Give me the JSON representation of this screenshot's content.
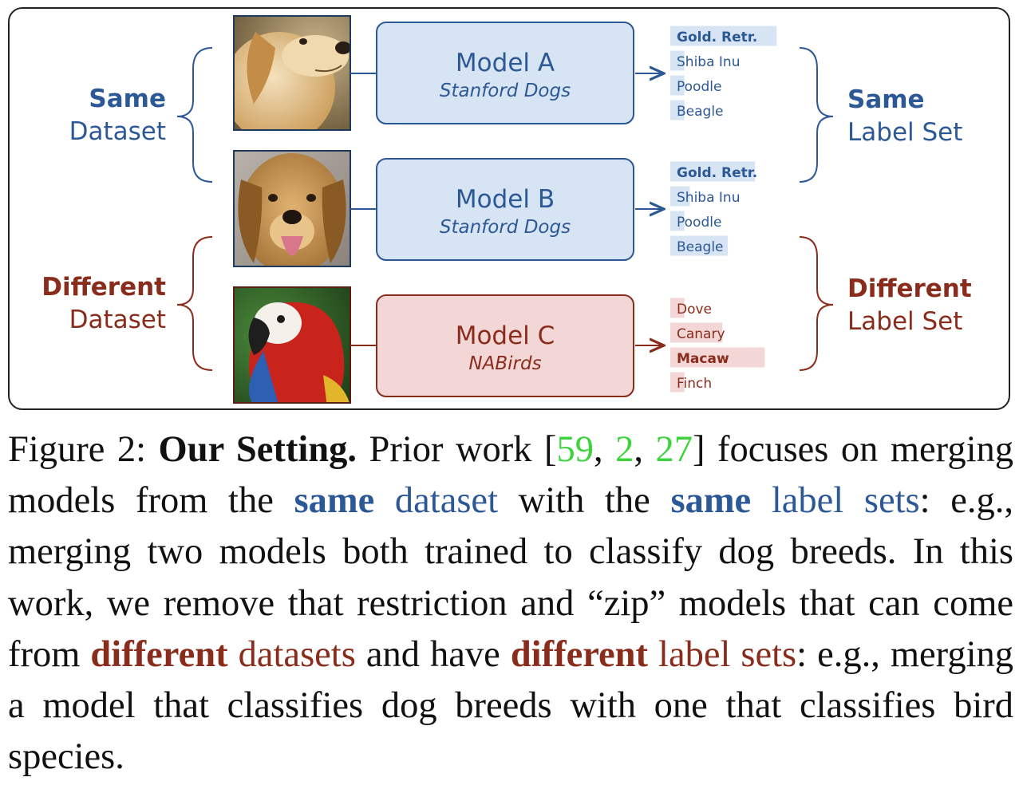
{
  "figure": {
    "left_labels": [
      {
        "bold": "Same",
        "normal": "Dataset",
        "color": "#2c5896"
      },
      {
        "bold": "Different",
        "normal": "Dataset",
        "color": "#8a2c1c"
      }
    ],
    "right_labels": [
      {
        "bold": "Same",
        "normal": "Label Set",
        "color": "#2c5896"
      },
      {
        "bold": "Different",
        "normal": "Label Set",
        "color": "#8a2c1c"
      }
    ],
    "images": [
      {
        "name": "golden-retriever-puppy-photo",
        "alt": "dog photo"
      },
      {
        "name": "golden-retriever-photo",
        "alt": "dog photo"
      },
      {
        "name": "macaw-parrot-photo",
        "alt": "parrot photo"
      }
    ],
    "models": [
      {
        "title": "Model A",
        "dataset": "Stanford Dogs",
        "fill": "#d7e4f3",
        "stroke": "#2c5896",
        "labels": [
          "Gold. Retr.",
          "Shiba Inu",
          "Poodle",
          "Beagle"
        ],
        "scores": [
          0.98,
          0.13,
          0.13,
          0.13
        ],
        "highlight": 0
      },
      {
        "title": "Model B",
        "dataset": "Stanford Dogs",
        "fill": "#d7e4f3",
        "stroke": "#2c5896",
        "labels": [
          "Gold. Retr.",
          "Shiba Inu",
          "Poodle",
          "Beagle"
        ],
        "scores": [
          0.78,
          0.18,
          0.13,
          0.53
        ],
        "highlight": 0
      },
      {
        "title": "Model C",
        "dataset": "NABirds",
        "fill": "#f3d7d7",
        "stroke": "#8a2c1c",
        "labels": [
          "Dove",
          "Canary",
          "Macaw",
          "Finch"
        ],
        "scores": [
          0.13,
          0.48,
          0.87,
          0.13
        ],
        "highlight": 2
      }
    ]
  },
  "caption": {
    "figure_label": "Figure 2:",
    "title": "Our Setting.",
    "t1": "Prior work [",
    "cite1": "59",
    "sep1": ", ",
    "cite2": "2",
    "sep2": ", ",
    "cite3": "27",
    "t2": "] focuses on merging models from the ",
    "same1_bold": "same",
    "same1_rest": " dataset",
    "t3": " with the ",
    "same2_bold": "same",
    "same2_rest": " label sets",
    "t4": ": e.g., merging two models both trained to classify dog breeds. In this work, we remove that restriction and “zip” models that can come from ",
    "diff1_bold": "different",
    "diff1_rest": " datasets",
    "t5": " and have ",
    "diff2_bold": "dif­ferent",
    "diff2_rest": " label sets",
    "t6": ": e.g., merging a model that classifies dog breeds with one that classifies bird species."
  }
}
